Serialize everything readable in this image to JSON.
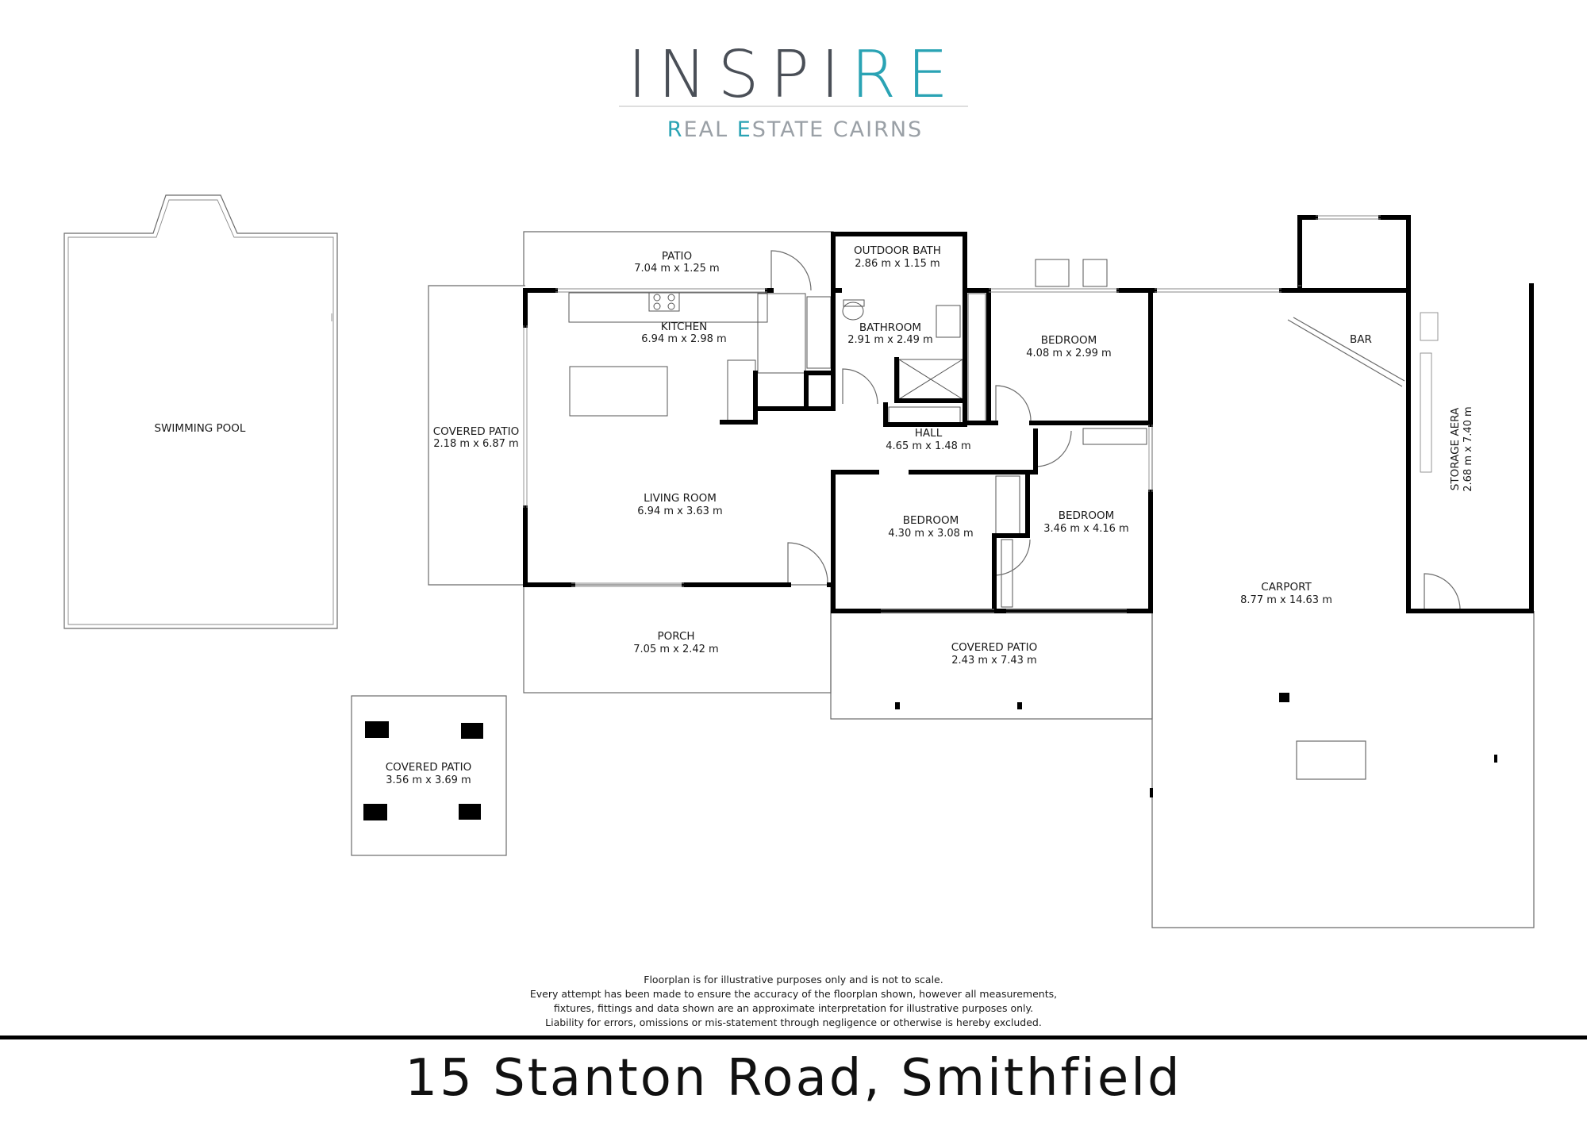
{
  "brand": {
    "logo_main": "INSPIRE",
    "logo_sub": "REAL ESTATE CAIRNS",
    "primary_color": "#4a4f57",
    "accent_color": "#2aa3b4"
  },
  "rooms": {
    "swimming_pool": {
      "name": "SWIMMING POOL"
    },
    "patio_top": {
      "name": "PATIO",
      "dim": "7.04 m x 1.25 m"
    },
    "outdoor_bath": {
      "name": "OUTDOOR BATH",
      "dim": "2.86 m x 1.15 m"
    },
    "kitchen": {
      "name": "KITCHEN",
      "dim": "6.94 m x 2.98 m"
    },
    "bathroom": {
      "name": "BATHROOM",
      "dim": "2.91 m x 2.49 m"
    },
    "bedroom_1": {
      "name": "BEDROOM",
      "dim": "4.08 m x 2.99 m"
    },
    "bar": {
      "name": "BAR"
    },
    "covered_patio_left": {
      "name": "COVERED PATIO",
      "dim": "2.18 m x 6.87 m"
    },
    "hall": {
      "name": "HALL",
      "dim": "4.65 m x 1.48 m"
    },
    "storage": {
      "name": "STORAGE AERA",
      "dim": "2.68 m x 7.40 m"
    },
    "living_room": {
      "name": "LIVING ROOM",
      "dim": "6.94 m x 3.63 m"
    },
    "bedroom_2": {
      "name": "BEDROOM",
      "dim": "4.30 m x 3.08 m"
    },
    "bedroom_3": {
      "name": "BEDROOM",
      "dim": "3.46 m x 4.16 m"
    },
    "carport": {
      "name": "CARPORT",
      "dim": "8.77 m x 14.63 m"
    },
    "porch": {
      "name": "PORCH",
      "dim": "7.05 m x 2.42 m"
    },
    "covered_patio_mid": {
      "name": "COVERED PATIO",
      "dim": "2.43 m x 7.43 m"
    },
    "covered_patio_small": {
      "name": "COVERED PATIO",
      "dim": "3.56 m x 3.69 m"
    }
  },
  "disclaimer": [
    "Floorplan is for illustrative purposes only and is not to scale.",
    "Every attempt has been made to ensure the accuracy of the floorplan shown, however all measurements,",
    "fixtures, fittings and data shown are an approximate interpretation for illustrative purposes only.",
    "Liability for errors, omissions or mis-statement through negligence or otherwise is hereby excluded."
  ],
  "address": "15 Stanton Road, Smithfield"
}
